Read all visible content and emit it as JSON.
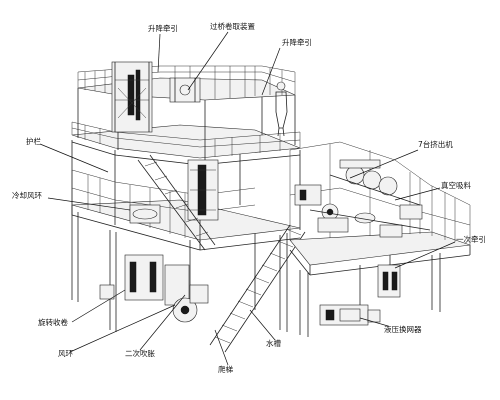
{
  "callouts": {
    "lift_traction_top": "升降牵引",
    "back_curl_device": "过桥卷取装置",
    "lift_traction_right": "升降牵引",
    "guardrail": "护栏",
    "cooling_air_ring": "冷却风环",
    "extruders_7": "7台挤出机",
    "vacuum_loader": "真空吸料",
    "primary_traction": "一次牵引",
    "rotary_winder": "旋转收卷",
    "air_ring": "风环",
    "secondary_blower": "二次吹胀",
    "ladder": "爬梯",
    "water_tank": "水槽",
    "hydraulic_screen_changer": "液压换网器"
  }
}
